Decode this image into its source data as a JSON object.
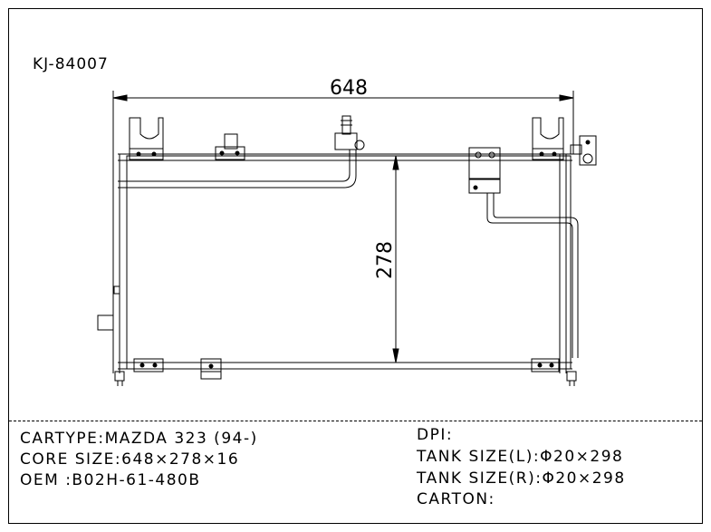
{
  "part_number": "KJ-84007",
  "dimensions": {
    "width": "648",
    "height": "278"
  },
  "specs_left": {
    "car_type": "CARTYPE:MAZDA 323 (94-)",
    "core_size": "CORE SIZE:648×278×16",
    "oem": "OEM :B02H-61-480B"
  },
  "specs_right": {
    "dpi": "DPI:",
    "tank_size_l": "TANK SIZE(L):Φ20×298",
    "tank_size_r": "TANK SIZE(R):Φ20×298",
    "carton": "CARTON:"
  }
}
